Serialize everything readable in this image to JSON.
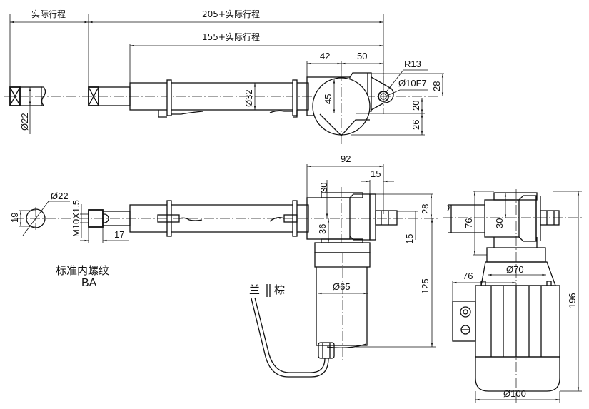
{
  "drawing": {
    "title": "Linear actuator dimensional drawing",
    "top_view": {
      "dim_stroke": "实际行程",
      "dim_total_retracted": "205+实际行程",
      "dim_tube": "155+实际行程",
      "dim_rod_dia": "Ø22",
      "dim_tube_dia": "Ø32",
      "dim_42": "42",
      "dim_50": "50",
      "dim_gear_45": "45",
      "dim_radius": "R13",
      "dim_hole": "Ø10F7",
      "dim_28": "28",
      "dim_20": "20",
      "dim_26": "26"
    },
    "side_view": {
      "dim_end_dia": "Ø22",
      "dim_end_flat": "19",
      "dim_thread": "M10X1.5",
      "dim_17": "17",
      "thread_label_line1": "标准内螺纹",
      "thread_label_line2": "BA",
      "dim_92": "92",
      "dim_15_top": "15",
      "dim_30": "30",
      "dim_36": "36",
      "dim_28": "28",
      "dim_15_side": "15",
      "dim_125": "125",
      "dim_motor_dia": "Ø65",
      "wire_blue": "兰",
      "wire_brown": "棕"
    },
    "end_view": {
      "dim_76_vert": "76",
      "dim_30": "30",
      "dim_70": "Ø70",
      "dim_76_horiz": "76",
      "dim_196": "196",
      "dim_100": "Ø100"
    }
  }
}
